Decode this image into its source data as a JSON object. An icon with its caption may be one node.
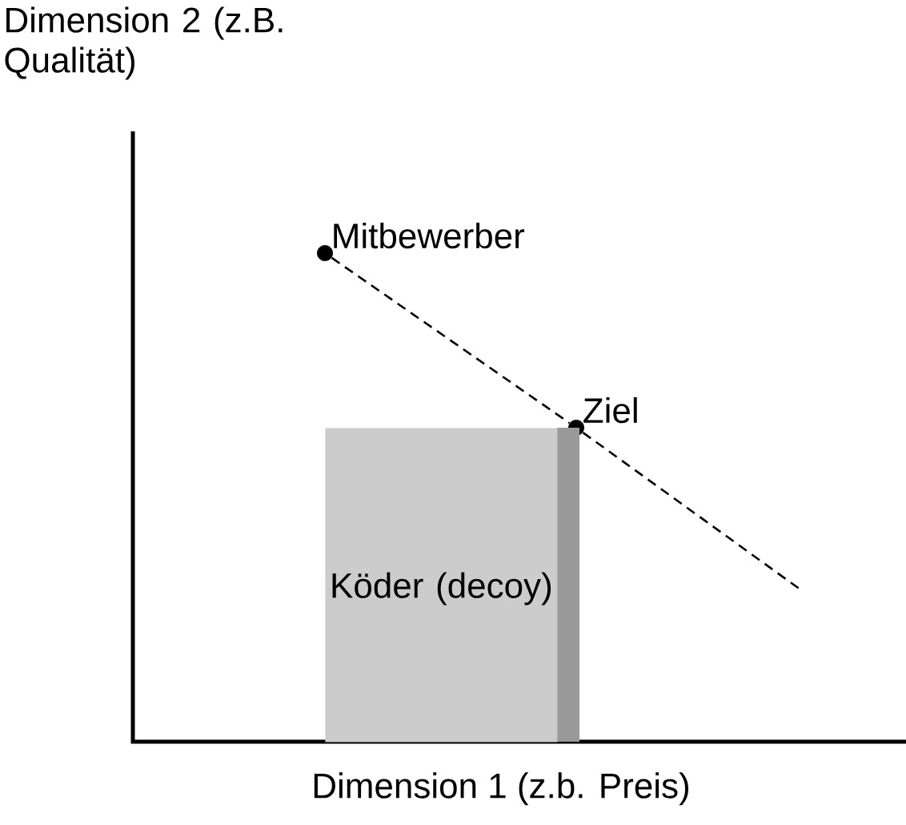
{
  "diagram": {
    "nodes": [
      {
        "text": [
          "Mitbewerber"
        ]
      },
      {
        "text": [
          "Ziel"
        ]
      },
      {
        "text": [
          "Köder (decoy)"
        ]
      }
    ],
    "edges": [
      {
        "from": 0,
        "to": 1,
        "arrow": "none",
        "style": "dashed"
      },
      {
        "from": 1,
        "to": null,
        "arrow": "none",
        "style": "dashed"
      }
    ],
    "labels": [
      "Dimension 2 (z.B. Qualität)",
      "Dimension 1 (z.b. Preis)"
    ]
  }
}
